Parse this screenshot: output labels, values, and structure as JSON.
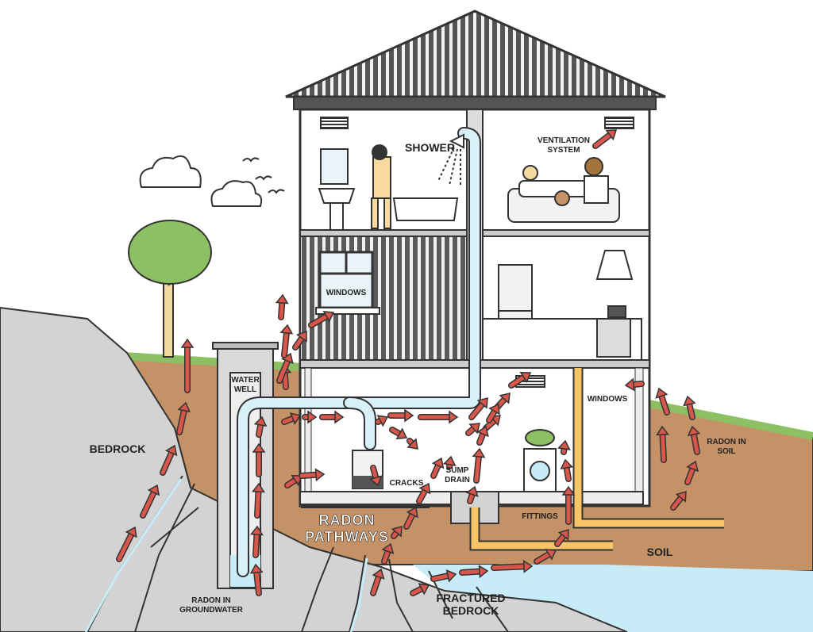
{
  "labels": {
    "shower": "SHOWER",
    "ventilation": "VENTILATION\nSYSTEM",
    "windows_upper": "WINDOWS",
    "water_well": "WATER\nWELL",
    "windows_right": "WINDOWS",
    "radon_in_soil": "RADON IN\nSOIL",
    "bedrock": "BEDROCK",
    "cracks": "CRACKS",
    "sump_drain": "SUMP\nDRAIN",
    "radon_pathways": "RADON\nPATHWAYS",
    "fittings": "FITTINGS",
    "soil": "SOIL",
    "radon_in_groundwater": "RADON IN\nGROUNDWATER",
    "fractured_bedrock": "FRACTURED\nBEDROCK"
  },
  "colors": {
    "arrow": "#d9564b",
    "soil": "#c49266",
    "bedrock": "#d3d3d3",
    "grass": "#8cc063",
    "groundwater": "#c8ecf7",
    "pipe_water": "#d8f0f8",
    "pipe_gas": "#f8c468",
    "roof": "#555555"
  }
}
